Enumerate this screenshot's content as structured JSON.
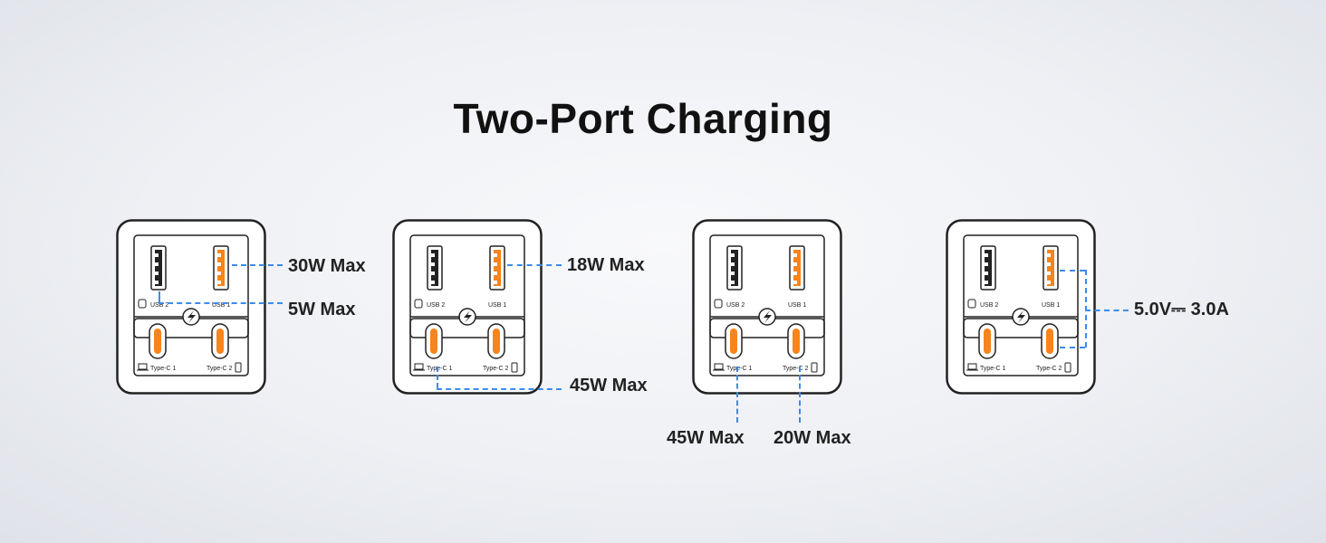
{
  "title": "Two-Port Charging",
  "charger": {
    "usb2": "USB 2",
    "usb1": "USB 1",
    "typec1": "Type-C 1",
    "typec2": "Type-C 2"
  },
  "scenarios": [
    {
      "labels": [
        "30W Max",
        "5W Max"
      ]
    },
    {
      "labels": [
        "18W Max",
        "45W Max"
      ]
    },
    {
      "labels": [
        "45W Max",
        "20W Max"
      ]
    },
    {
      "labels": [
        "5.0V⎓ 3.0A"
      ]
    }
  ],
  "colors": {
    "active": "#f7841d",
    "line": "#3d8bea",
    "outline": "#222222"
  }
}
